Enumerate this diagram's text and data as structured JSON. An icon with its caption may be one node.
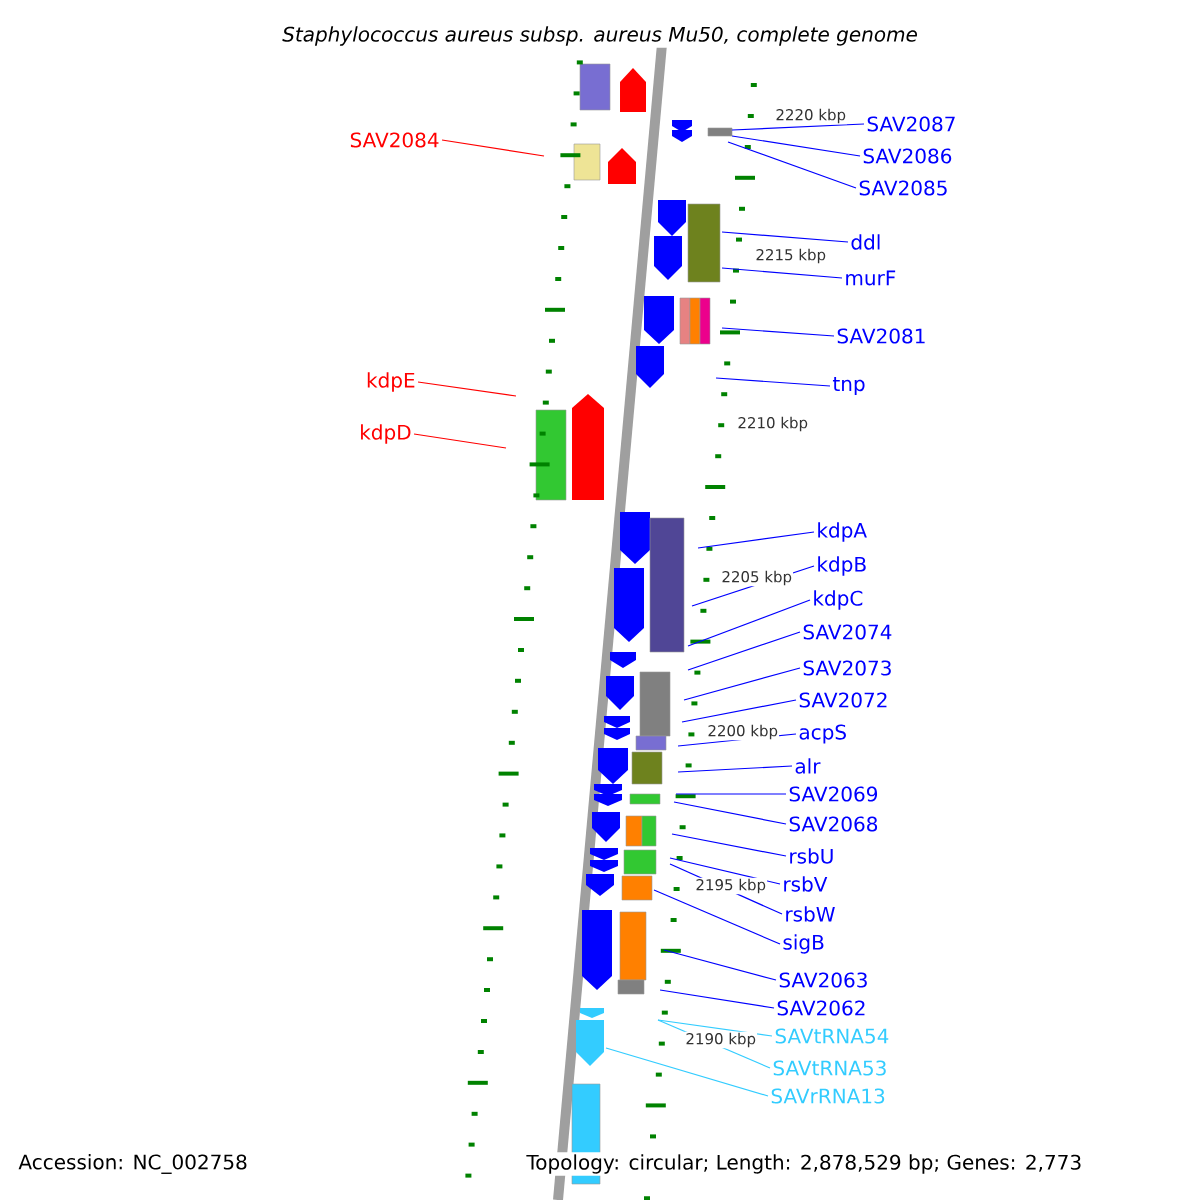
{
  "diagram": {
    "title": "Staphylococcus aureus subsp. aureus Mu50, complete genome",
    "nodes": [
      {
        "text": [
          "SAV2087"
        ]
      },
      {
        "text": [
          "SAV2084"
        ]
      },
      {
        "text": [
          "SAV2086"
        ]
      },
      {
        "text": [
          "SAV2085"
        ]
      },
      {
        "text": [
          "ddl"
        ]
      },
      {
        "text": [
          "murF"
        ]
      },
      {
        "text": [
          "SAV2081"
        ]
      },
      {
        "text": [
          "kdpE"
        ]
      },
      {
        "text": [
          "tnp"
        ]
      },
      {
        "text": [
          "kdpD"
        ]
      },
      {
        "text": [
          "kdpA"
        ]
      },
      {
        "text": [
          "kdpB"
        ]
      },
      {
        "text": [
          "kdpC"
        ]
      },
      {
        "text": [
          "SAV2074"
        ]
      },
      {
        "text": [
          "SAV2073"
        ]
      },
      {
        "text": [
          "SAV2072"
        ]
      },
      {
        "text": [
          "acpS"
        ]
      },
      {
        "text": [
          "alr"
        ]
      },
      {
        "text": [
          "SAV2069"
        ]
      },
      {
        "text": [
          "SAV2068"
        ]
      },
      {
        "text": [
          "rsbU"
        ]
      },
      {
        "text": [
          "rsbV"
        ]
      },
      {
        "text": [
          "rsbW"
        ]
      },
      {
        "text": [
          "sigB"
        ]
      },
      {
        "text": [
          "SAV2063"
        ]
      },
      {
        "text": [
          "SAV2062"
        ]
      },
      {
        "text": [
          "SAVtRNA54"
        ]
      },
      {
        "text": [
          "SAVtRNA53"
        ]
      },
      {
        "text": [
          "SAVrRNA13"
        ]
      }
    ],
    "edges": [
      {
        "from": 0,
        "to": null,
        "arrow": "none"
      },
      {
        "from": 1,
        "to": null,
        "arrow": "none",
        "color": "#ff0000"
      },
      {
        "from": 2,
        "to": null,
        "arrow": "none"
      },
      {
        "from": 3,
        "to": null,
        "arrow": "none"
      },
      {
        "from": 4,
        "to": null,
        "arrow": "none"
      },
      {
        "from": 5,
        "to": null,
        "arrow": "none"
      },
      {
        "from": 6,
        "to": null,
        "arrow": "none"
      },
      {
        "from": 7,
        "to": null,
        "arrow": "none",
        "color": "#ff0000"
      },
      {
        "from": 8,
        "to": null,
        "arrow": "none"
      },
      {
        "from": 9,
        "to": null,
        "arrow": "none",
        "color": "#ff0000"
      },
      {
        "from": 10,
        "to": null,
        "arrow": "none"
      },
      {
        "from": 11,
        "to": null,
        "arrow": "none"
      },
      {
        "from": 12,
        "to": null,
        "arrow": "none"
      },
      {
        "from": 13,
        "to": null,
        "arrow": "none"
      },
      {
        "from": 14,
        "to": null,
        "arrow": "none"
      },
      {
        "from": 15,
        "to": null,
        "arrow": "none"
      },
      {
        "from": 16,
        "to": null,
        "arrow": "none"
      },
      {
        "from": 17,
        "to": null,
        "arrow": "none"
      },
      {
        "from": 18,
        "to": null,
        "arrow": "none"
      },
      {
        "from": 19,
        "to": null,
        "arrow": "none"
      },
      {
        "from": 20,
        "to": null,
        "arrow": "none"
      },
      {
        "from": 21,
        "to": null,
        "arrow": "none"
      },
      {
        "from": 22,
        "to": null,
        "arrow": "none"
      },
      {
        "from": 23,
        "to": null,
        "arrow": "none"
      },
      {
        "from": 24,
        "to": null,
        "arrow": "none"
      },
      {
        "from": 25,
        "to": null,
        "arrow": "none"
      },
      {
        "from": 26,
        "to": null,
        "arrow": "none",
        "color": "#33ccff"
      },
      {
        "from": 27,
        "to": null,
        "arrow": "none",
        "color": "#33ccff"
      },
      {
        "from": 28,
        "to": null,
        "arrow": "none",
        "color": "#33ccff"
      }
    ],
    "labels": [
      "2220 kbp",
      "2215 kbp",
      "2210 kbp",
      "2205 kbp",
      "2200 kbp",
      "2195 kbp",
      "2190 kbp",
      "Accession: NC_002758",
      "Topology: circular; Length: 2,878,529 bp; Genes: 2,773"
    ]
  }
}
